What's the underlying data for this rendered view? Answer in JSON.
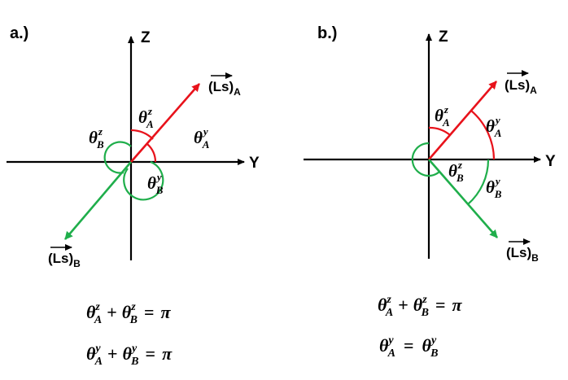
{
  "panels": [
    {
      "label": "a.)",
      "axis_z": "Z",
      "axis_y": "Y",
      "vector_a": {
        "name": "(Ls)",
        "subscript": "A"
      },
      "vector_b": {
        "name": "(Ls)",
        "subscript": "B"
      },
      "angles": {
        "theta_z_a": {
          "symbol": "θ",
          "sup": "z",
          "sub": "A"
        },
        "theta_y_a": {
          "symbol": "θ",
          "sup": "y",
          "sub": "A"
        },
        "theta_z_b": {
          "symbol": "θ",
          "sup": "z",
          "sub": "B"
        },
        "theta_y_b": {
          "symbol": "θ",
          "sup": "y",
          "sub": "B"
        }
      },
      "equations": [
        {
          "term1": {
            "sym": "θ",
            "sup": "z",
            "sub": "A"
          },
          "op": "+",
          "term2": {
            "sym": "θ",
            "sup": "z",
            "sub": "B"
          },
          "eq": "=",
          "rhs": "π"
        },
        {
          "term1": {
            "sym": "θ",
            "sup": "y",
            "sub": "A"
          },
          "op": "+",
          "term2": {
            "sym": "θ",
            "sup": "y",
            "sub": "B"
          },
          "eq": "=",
          "rhs": "π"
        }
      ]
    },
    {
      "label": "b.)",
      "axis_z": "Z",
      "axis_y": "Y",
      "vector_a": {
        "name": "(Ls)",
        "subscript": "A"
      },
      "vector_b": {
        "name": "(Ls)",
        "subscript": "B"
      },
      "angles": {
        "theta_z_a": {
          "symbol": "θ",
          "sup": "z",
          "sub": "A"
        },
        "theta_y_a": {
          "symbol": "θ",
          "sup": "y",
          "sub": "A"
        },
        "theta_z_b": {
          "symbol": "θ",
          "sup": "z",
          "sub": "B"
        },
        "theta_y_b": {
          "symbol": "θ",
          "sup": "y",
          "sub": "B"
        }
      },
      "equations": [
        {
          "term1": {
            "sym": "θ",
            "sup": "z",
            "sub": "A"
          },
          "op": "+",
          "term2": {
            "sym": "θ",
            "sup": "z",
            "sub": "B"
          },
          "eq": "=",
          "rhs": "π"
        },
        {
          "term1": {
            "sym": "θ",
            "sup": "y",
            "sub": "A"
          },
          "op": "",
          "term2": {
            "sym": "θ",
            "sup": "y",
            "sub": "B"
          },
          "eq": "=",
          "rhs": ""
        }
      ]
    }
  ],
  "colors": {
    "vector_a": "#e8121b",
    "vector_b": "#1fae4b",
    "axes": "#000000"
  }
}
